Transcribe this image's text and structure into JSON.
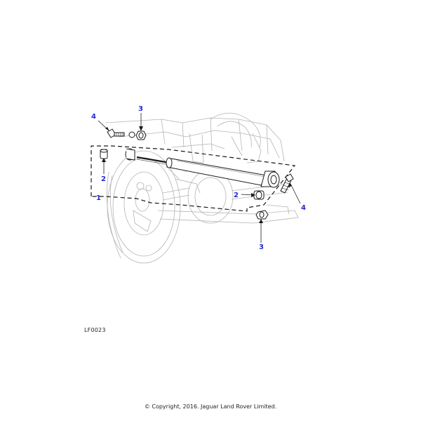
{
  "diagram": {
    "callouts": {
      "c1": "1",
      "c2a": "2",
      "c2b": "2",
      "c3a": "3",
      "c3b": "3",
      "c4a": "4",
      "c4b": "4"
    },
    "figure_id": "LF0023",
    "copyright": "© Copyright, 2016. Jaguar Land Rover Limited.",
    "colors": {
      "callout": "#1f2bd1",
      "line_art_light": "#b4b4b4",
      "line_art_dark": "#1a1a1a"
    }
  }
}
